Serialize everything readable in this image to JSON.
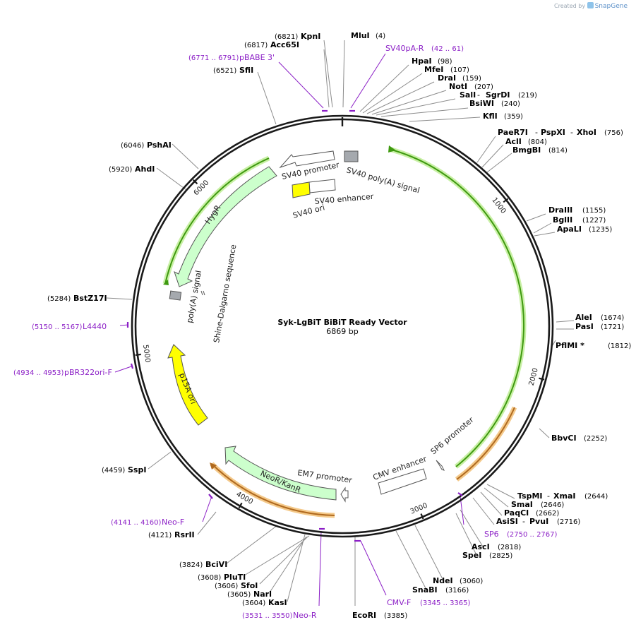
{
  "created_by": {
    "prefix": "Created by",
    "brand": "SnapGene"
  },
  "title": "Syk-LgBiT BiBiT Ready Vector",
  "length_label": "6869 bp",
  "total_bp": 6869,
  "ticks": [
    {
      "bp": 1000,
      "label": "1000"
    },
    {
      "bp": 2000,
      "label": "2000"
    },
    {
      "bp": 3000,
      "label": "3000"
    },
    {
      "bp": 4000,
      "label": "4000"
    },
    {
      "bp": 5000,
      "label": "5000"
    },
    {
      "bp": 6000,
      "label": "6000"
    }
  ],
  "colors": {
    "backbone": "#1a1a1a",
    "site": "#000000",
    "primer": "#8b1fc6",
    "green_orf": "#3f9a10",
    "green_glow": "#c9f0a6",
    "orange_orf": "#b06a1f",
    "orange_glow": "#f4c98a",
    "marker": "#ccffcc",
    "ori": "#ffff00",
    "gray": "#a5a9ae"
  },
  "sites": [
    {
      "name": "KpnI",
      "pos": "(6821)"
    },
    {
      "name": "Acc65I",
      "pos": "(6817)"
    },
    {
      "name": "SfiI",
      "pos": "(6521)"
    },
    {
      "name": "MluI",
      "pos": "(4)"
    },
    {
      "name": "HpaI",
      "pos": "(98)"
    },
    {
      "name": "MfeI",
      "pos": "(107)"
    },
    {
      "name": "DraI",
      "pos": "(159)"
    },
    {
      "name": "NotI",
      "pos": "(207)"
    },
    {
      "name": "SalI",
      "name2": "SgrDI",
      "pos": "(219)"
    },
    {
      "name": "BsiWI",
      "pos": "(240)"
    },
    {
      "name": "KflI",
      "pos": "(359)"
    },
    {
      "name": "PaeR7I",
      "name2": "PspXI",
      "name3": "XhoI",
      "pos": "(756)"
    },
    {
      "name": "AclI",
      "pos": "(804)"
    },
    {
      "name": "BmgBI",
      "pos": "(814)"
    },
    {
      "name": "DraIII",
      "pos": "(1155)"
    },
    {
      "name": "BglII",
      "pos": "(1227)"
    },
    {
      "name": "ApaLI",
      "pos": "(1235)"
    },
    {
      "name": "AleI",
      "pos": "(1674)"
    },
    {
      "name": "PasI",
      "pos": "(1721)"
    },
    {
      "name": "PflMI *",
      "pos": "(1812)"
    },
    {
      "name": "BbvCI",
      "pos": "(2252)"
    },
    {
      "name": "TspMI",
      "name2": "XmaI",
      "pos": "(2644)"
    },
    {
      "name": "SmaI",
      "pos": "(2646)"
    },
    {
      "name": "PaqCI",
      "pos": "(2662)"
    },
    {
      "name": "AsiSI",
      "name2": "PvuI",
      "pos": "(2716)"
    },
    {
      "name": "AscI",
      "pos": "(2818)"
    },
    {
      "name": "SpeI",
      "pos": "(2825)"
    },
    {
      "name": "NdeI",
      "pos": "(3060)"
    },
    {
      "name": "SnaBI",
      "pos": "(3166)"
    },
    {
      "name": "EcoRI",
      "pos": "(3385)"
    },
    {
      "name": "KasI",
      "pos": "(3604)"
    },
    {
      "name": "NarI",
      "pos": "(3605)"
    },
    {
      "name": "SfoI",
      "pos": "(3606)"
    },
    {
      "name": "PluTI",
      "pos": "(3608)"
    },
    {
      "name": "BciVI",
      "pos": "(3824)"
    },
    {
      "name": "RsrII",
      "pos": "(4121)"
    },
    {
      "name": "SspI",
      "pos": "(4459)"
    },
    {
      "name": "BstZ17I",
      "pos": "(5284)"
    },
    {
      "name": "PshAI",
      "pos": "(6046)"
    },
    {
      "name": "AhdI",
      "pos": "(5920)"
    }
  ],
  "primers": [
    {
      "name": "pBABE 3'",
      "range": "(6771 .. 6791)"
    },
    {
      "name": "SV40pA-R",
      "range": "(42 .. 61)"
    },
    {
      "name": "SP6",
      "range": "(2750 .. 2767)"
    },
    {
      "name": "CMV-F",
      "range": "(3345 .. 3365)"
    },
    {
      "name": "Neo-R",
      "range": "(3531 .. 3550)"
    },
    {
      "name": "Neo-F",
      "range": "(4141 .. 4160)"
    },
    {
      "name": "L4440",
      "range": "(5150 .. 5167)"
    },
    {
      "name": "pBR322ori-F",
      "range": "(4934 .. 4953)"
    }
  ],
  "features": [
    {
      "name": "SV40 promoter"
    },
    {
      "name": "SV40 poly(A) signal"
    },
    {
      "name": "SV40 enhancer"
    },
    {
      "name": "SV40 ori"
    },
    {
      "name": "HygR"
    },
    {
      "name": "poly(A) signal"
    },
    {
      "name": "Shine-Dalgarno sequence"
    },
    {
      "name": "p15A ori"
    },
    {
      "name": "NeoR/KanR"
    },
    {
      "name": "EM7 promoter"
    },
    {
      "name": "CMV enhancer"
    },
    {
      "name": "SP6 promoter"
    }
  ]
}
